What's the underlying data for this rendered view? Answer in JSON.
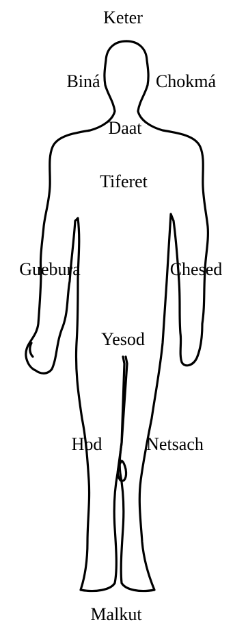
{
  "sefirot": {
    "keter": "Keter",
    "bina": "Biná",
    "chokma": "Chokmá",
    "daat": "Daat",
    "tiferet": "Tiferet",
    "guebura": "Guebura",
    "chesed": "Chesed",
    "yesod": "Yesod",
    "hod": "Hod",
    "netsach": "Netsach",
    "malkut": "Malkut"
  },
  "colors": {
    "ink": "#000000",
    "background": "#ffffff"
  }
}
